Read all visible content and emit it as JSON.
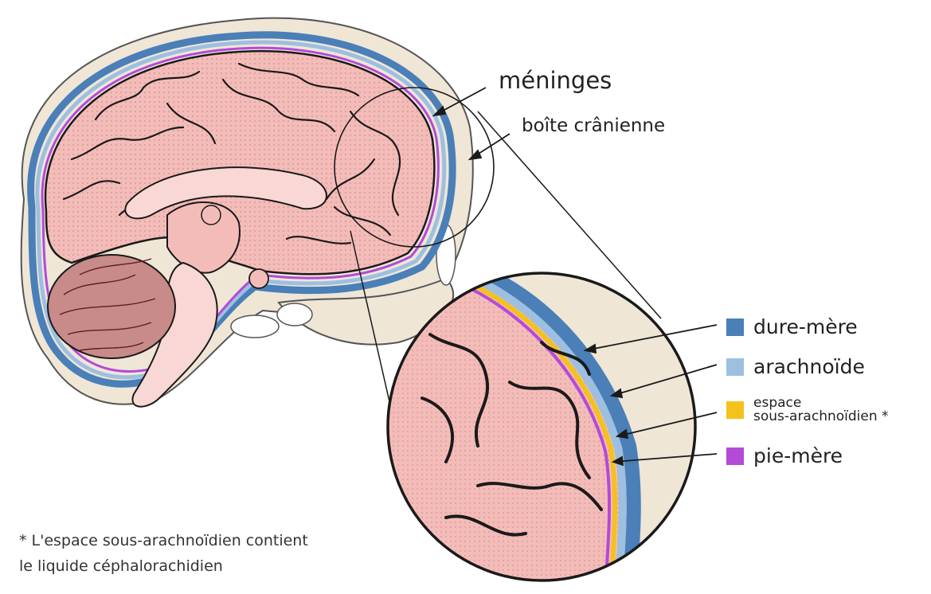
{
  "labels": {
    "meninges": "méninges",
    "boite_cranienne": "boîte crânienne"
  },
  "legend": [
    {
      "text": "dure-mère",
      "color": "#4a7fb8"
    },
    {
      "text": "arachnoïde",
      "color": "#9dbfe0"
    },
    {
      "text_line1": "espace",
      "text_line2": "sous-arachnoïdien *",
      "color": "#f3c21c"
    },
    {
      "text": "pie-mère",
      "color": "#b44ad8"
    }
  ],
  "footnote": {
    "line1": "* L'espace sous-arachnoïdien contient",
    "line2": "le liquide céphalorachidien"
  },
  "colors": {
    "brain": "#f4bcb9",
    "bone": "#efe6d6",
    "outline": "#1a1a1a"
  }
}
